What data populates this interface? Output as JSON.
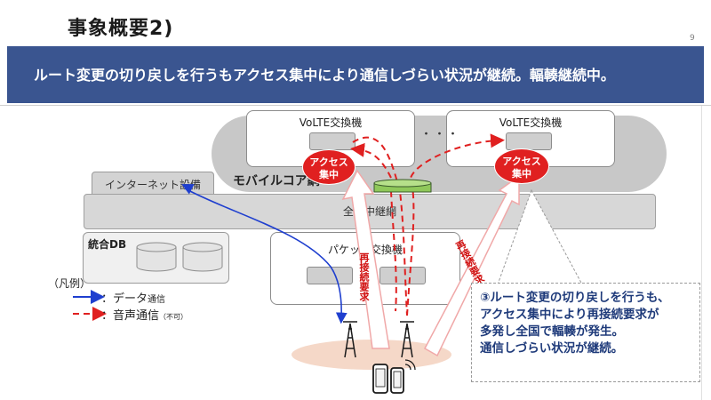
{
  "header": {
    "title": "事象概要2)",
    "page_number": "9"
  },
  "banner": {
    "text": "ルート変更の切り戻しを行うもアクセス集中により通信しづらい状況が継続。輻輳継続中。"
  },
  "diagram": {
    "core_network_label": "モバイルコア網",
    "ellipsis": "・・・",
    "volte_left_label": "VoLTE交換機",
    "volte_right_label": "VoLTE交換機",
    "access_concentration_left": [
      "アクセス",
      "集中"
    ],
    "access_concentration_right": [
      "アクセス",
      "集中"
    ],
    "internet_equipment_label": "インターネット設備",
    "national_trunk_label": "全国中継網",
    "integrated_db_label": "統合DB",
    "packet_switch_label": "パケット交換機",
    "reconnect_request_left": "再接続要求",
    "reconnect_request_right": "再接続要求"
  },
  "legend": {
    "title": "（凡例）",
    "data_label": "：データ",
    "data_suffix": "通信",
    "voice_label": "：音声通信",
    "voice_suffix": "（不可）",
    "data_color": "#1f3fcf",
    "voice_color": "#e02020"
  },
  "callout": {
    "lines": [
      "③ルート変更の切り戻しを行うも、",
      "アクセス集中により再接続要求が",
      "多発し全国で輻輳が発生。",
      "通信しづらい状況が継続。"
    ]
  },
  "colors": {
    "banner_bg": "#3a5590",
    "accent_red": "#e02020",
    "data_blue": "#1f3fcf",
    "callout_text": "#1e3a7a"
  },
  "icons": [
    "cell-tower-icon",
    "smartphone-icon",
    "database-icon",
    "signal-waves-icon"
  ]
}
